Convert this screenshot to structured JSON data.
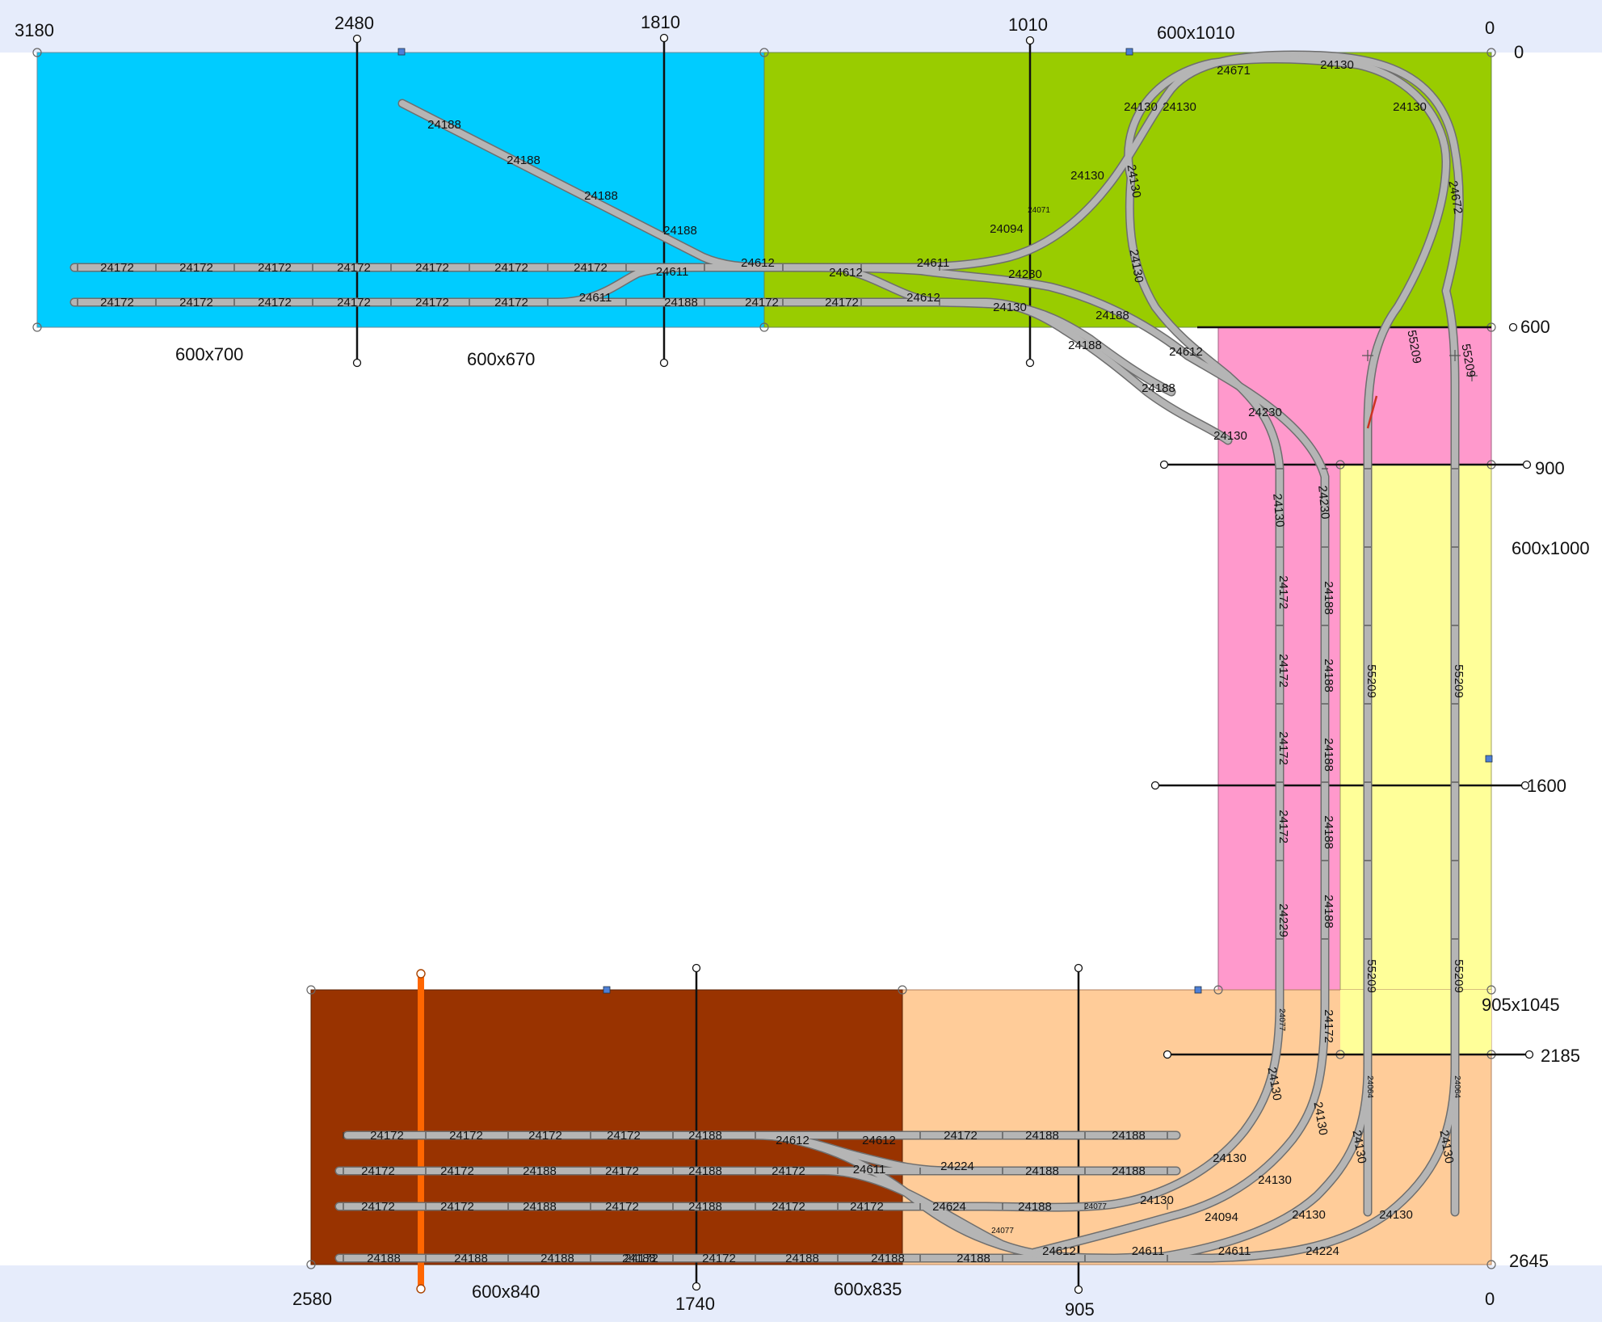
{
  "colors": {
    "background": "#ffffff",
    "ruler_band": "#e6ecfb",
    "module_blue": "#00ccff",
    "module_green": "#99cc00",
    "module_pink": "#ff99cc",
    "module_yellow": "#ffff99",
    "module_peach": "#ffcc99",
    "module_brown": "#993300",
    "track_fill": "#b5b5b5",
    "track_edge": "#6e6e6e",
    "rail_orange": "#ff6600"
  },
  "top_ruler": [
    "3180",
    "2480",
    "1810",
    "1010",
    "0"
  ],
  "bottom_ruler": [
    "2580",
    "1740",
    "905",
    "0"
  ],
  "right_ruler": [
    "0",
    "600",
    "900",
    "1600",
    "2185",
    "2645"
  ],
  "module_sizes": {
    "blue": "600x700",
    "blue_right": "600x670",
    "green": "600x1010",
    "pink_yellow": "600x1000",
    "peach": "905x1045",
    "brown": "600x840",
    "peach_left": "600x835"
  },
  "track_parts": {
    "p24172": "24172",
    "p24188": "24188",
    "p24612": "24612",
    "p24611": "24611",
    "p24130": "24130",
    "p24230": "24230",
    "p24671": "24671",
    "p24672": "24672",
    "p24094": "24094",
    "p24071": "24071",
    "p55209": "55209",
    "p24229": "24229",
    "p24224": "24224",
    "p24624": "24624",
    "p24077": "24077",
    "p24064": "24064"
  }
}
